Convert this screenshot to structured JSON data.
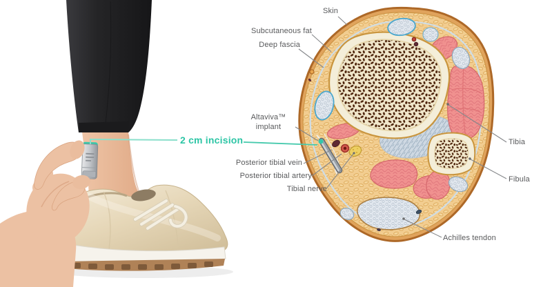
{
  "figure": {
    "type": "medical-illustration",
    "accent_color": "#2cc5a5",
    "label_text_color": "#58595b",
    "leader_line_color": "#85878a"
  },
  "annotation": {
    "incision": {
      "text": "2 cm incision",
      "color": "#2cc5a5"
    }
  },
  "diagram": {
    "labels": {
      "skin": "Skin",
      "subcutaneous_fat": "Subcutaneous fat",
      "deep_fascia": "Deep fascia",
      "implant_line1": "Altaviva™",
      "implant_line2": "implant",
      "posterior_tibial_vein": "Posterior tibial vein",
      "posterior_tibial_artery": "Posterior tibial artery",
      "tibial_nerve": "Tibial nerve",
      "tibia": "Tibia",
      "fibula": "Fibula",
      "achilles_tendon": "Achilles tendon"
    },
    "colors": {
      "skin_band": "#e0a35c",
      "fat": "#f2cd90",
      "bone": "#f4eed9",
      "marrow": "#4c2209",
      "muscle": "#f0918f",
      "tendon": "#e1e7ee",
      "nerve": "#eecf62",
      "artery": "#d4584c",
      "vein": "#5f2a33",
      "implant_rod": "#9aa0a6"
    }
  },
  "photo": {
    "elements": {
      "legging": "black legging calf",
      "ankle": "bare ankle",
      "shoe": "gold sneaker",
      "hand": "hand holding implant",
      "device": "Altaviva implant device"
    }
  }
}
